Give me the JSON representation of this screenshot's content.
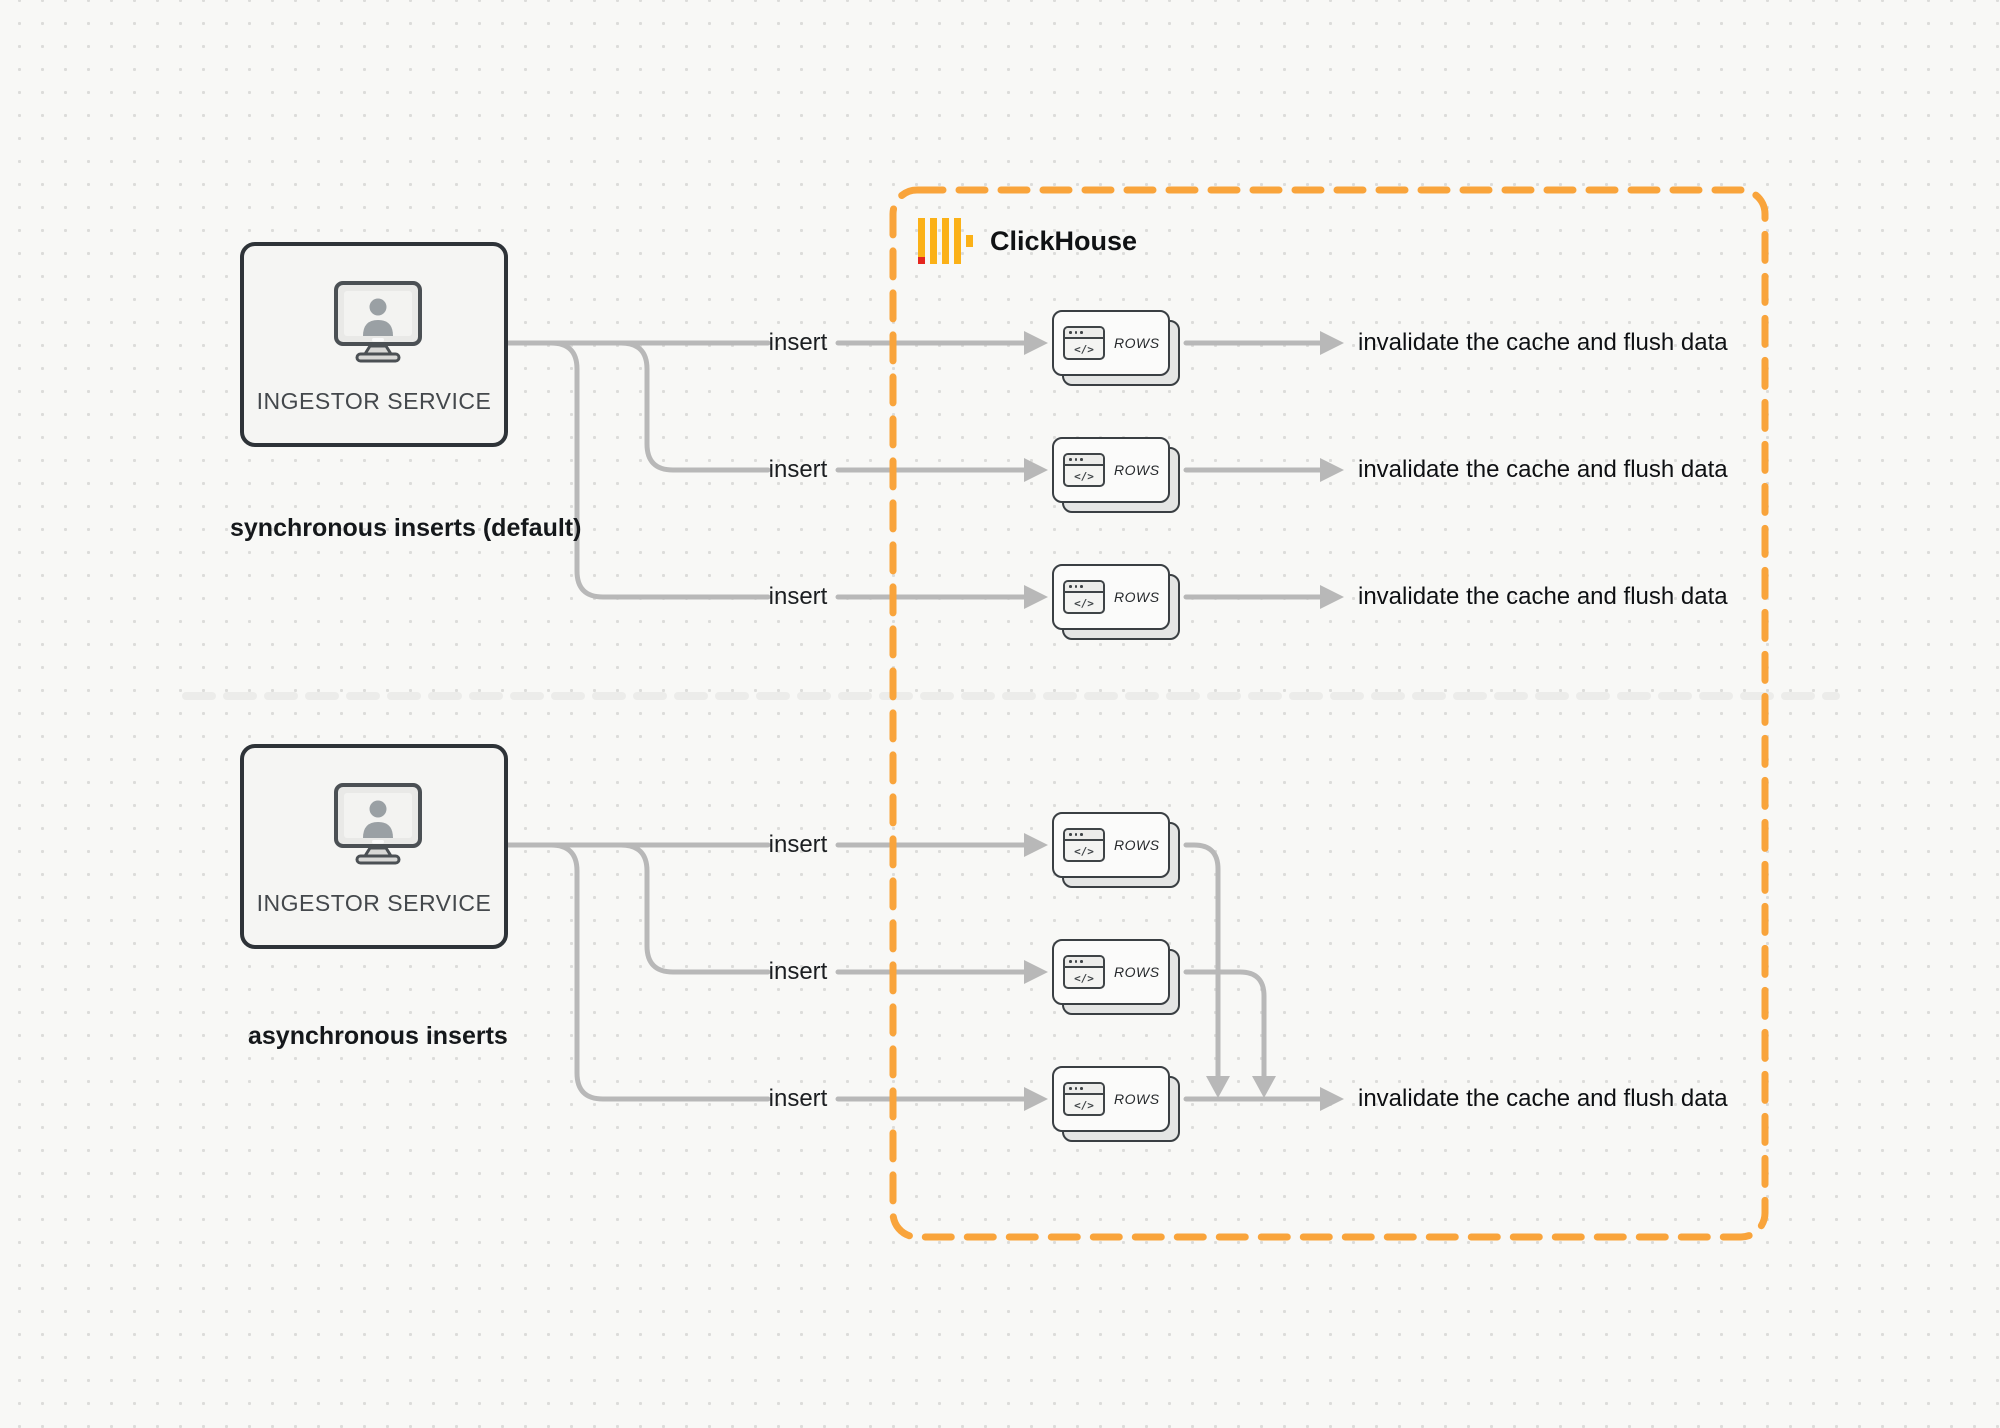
{
  "title": "ClickHouse",
  "sections": {
    "synchronous": {
      "caption": "synchronous inserts (default)",
      "service": "INGESTOR SERVICE"
    },
    "asynchronous": {
      "caption": "asynchronous inserts",
      "service": "INGESTOR SERVICE"
    }
  },
  "labels": {
    "insert": "insert",
    "rows": "ROWS",
    "code_glyph": "</>",
    "invalidate": "invalidate the cache and flush data"
  },
  "colors": {
    "clickhouse_border_orange": "#F9A43B",
    "logo_yellow": "#FBB117",
    "logo_red": "#E5261E",
    "connector_gray": "#b8b8b8",
    "box_border_dark": "#2e3338",
    "divider_gray": "#ececea"
  }
}
